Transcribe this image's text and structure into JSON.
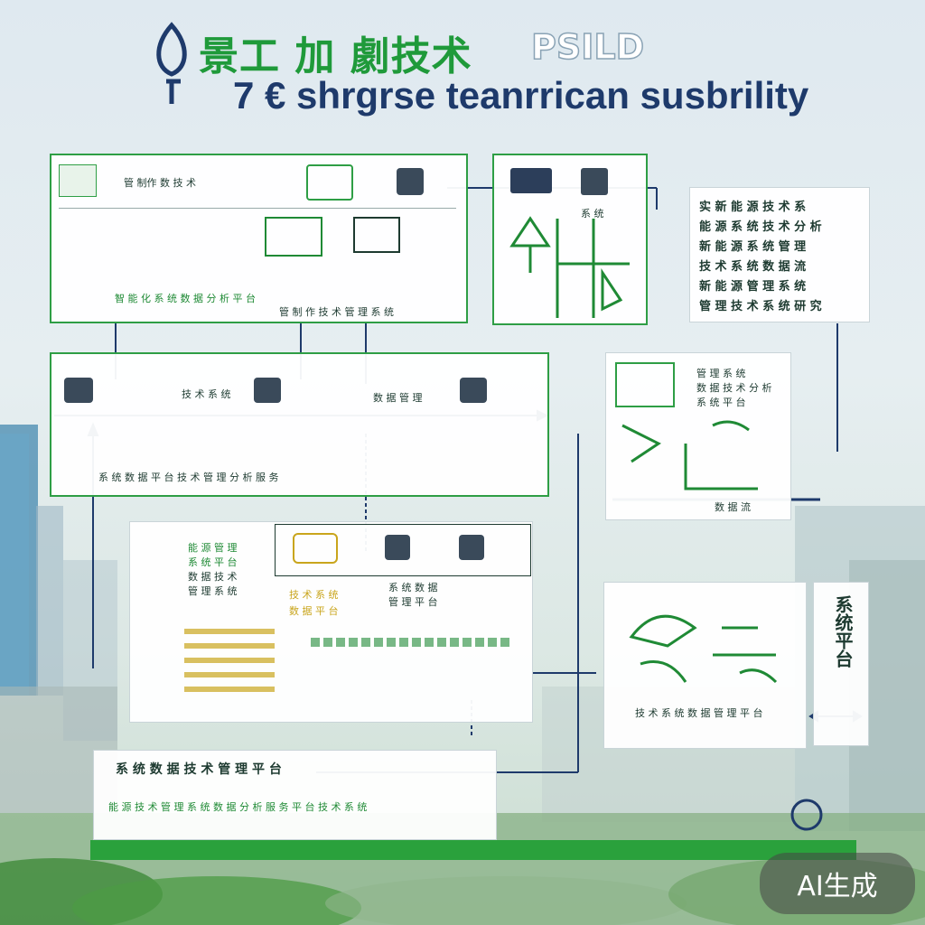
{
  "header": {
    "title_cn": "景工 加 劇技术",
    "title_tail": "PSILD",
    "subtitle": "7 € shrgrse teanrrican susbrility"
  },
  "panels": {
    "top_main": {
      "heading": "管 制作 数 技 术",
      "footer": "管 制 作 技 术 管 理 系 统",
      "row": "智 能 化 系 统 数 据 分 析 平 台"
    },
    "top_mid": {
      "heading": "系 统"
    },
    "top_right": {
      "lines": [
        "实 新 能 源 技 术 系",
        "能 源 系 统 技 术 分 析",
        "新 能 源 系 统 管 理",
        "技 术 系 统 数 据 流",
        "新 能 源 管 理 系 统",
        "管 理 技 术 系 统 研 究"
      ]
    },
    "middle_main": {
      "heading": "技 术 系 统",
      "sub": "数 据 管 理",
      "row": "系 统 数 据 平 台 技 术 管 理 分 析 服 务"
    },
    "middle_right": {
      "lines": [
        "管 理 系 统",
        "数 据 技 术 分 析",
        "系 统 平 台"
      ],
      "footer": "数 据 流"
    },
    "lower_main": {
      "col1": [
        "能 源 管 理",
        "系 统 平 台",
        "数 据 技 术",
        "管 理 系 统"
      ],
      "col2": [
        "技 术 系 统",
        "数 据 平 台"
      ],
      "col3": [
        "系 统 数 据",
        "管 理 平 台"
      ]
    },
    "lower_right": {
      "footer": "技 术 系 统 数 据 管 理 平 台"
    },
    "side_right": {
      "label": "系统平台"
    },
    "bottom": {
      "heading": "系 统 数 据 技 术 管 理 平 台",
      "row": "能 源 技 术 管 理 系 统 数 据 分 析 服 务 平 台 技 术 系 统"
    }
  },
  "badge": {
    "label": "AI生成"
  },
  "colors": {
    "green": "#2aa13c",
    "navy": "#1e3a6b"
  }
}
